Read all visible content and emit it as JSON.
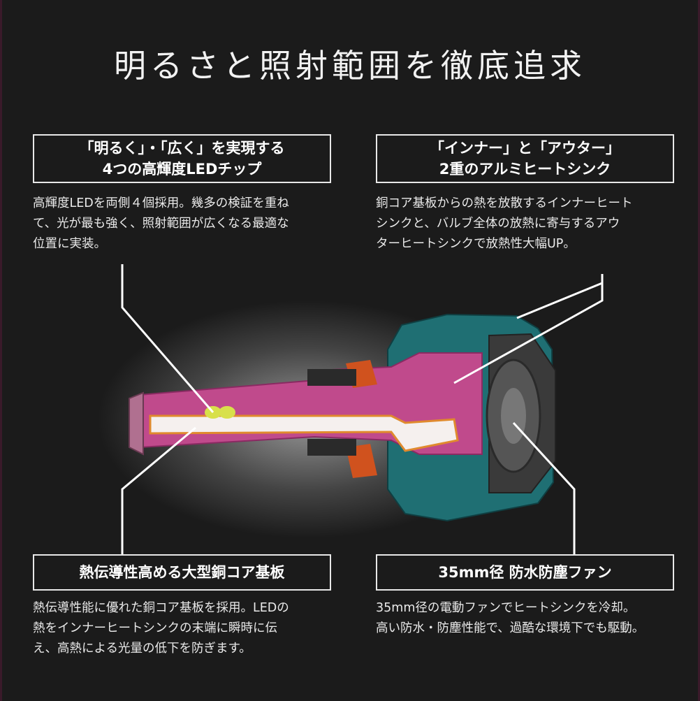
{
  "title": "明るさと照射範囲を徹底追求",
  "features": [
    {
      "heading_lines": [
        "「明るく」・「広く」を実現する",
        "4つの高輝度LEDチップ"
      ],
      "description_lines": [
        "高輝度LEDを両側４個採用。幾多の検証を重ね",
        "て、光が最も強く、照射範囲が広くなる最適な",
        "位置に実装。"
      ]
    },
    {
      "heading_lines": [
        "「インナー」と「アウター」",
        "2重のアルミヒートシンク"
      ],
      "description_lines": [
        "銅コア基板からの熱を放散するインナーヒート",
        "シンクと、バルブ全体の放熱に寄与するアウ",
        "ターヒートシンクで放熱性大幅UP。"
      ]
    },
    {
      "heading_lines": [
        "熱伝導性高める大型銅コア基板"
      ],
      "description_lines": [
        "熱伝導性能に優れた銅コア基板を採用。LEDの",
        "熱をインナーヒートシンクの末端に瞬時に伝",
        "え、高熱による光量の低下を防ぎます。"
      ]
    },
    {
      "heading_lines": [
        "35mm径 防水防塵ファン"
      ],
      "description_lines": [
        "35mm径の電動ファンでヒートシンクを冷却。",
        "高い防水・防塵性能で、過酷な環境下でも駆動。"
      ]
    }
  ],
  "colors": {
    "background": "#1b1b1b",
    "outer_heatsink": "#1f6f73",
    "inner_heatsink": "#c04a8c",
    "copper_core": "#e08a2e",
    "led_chip": "#d8e04a",
    "ring": "#d0521e"
  }
}
